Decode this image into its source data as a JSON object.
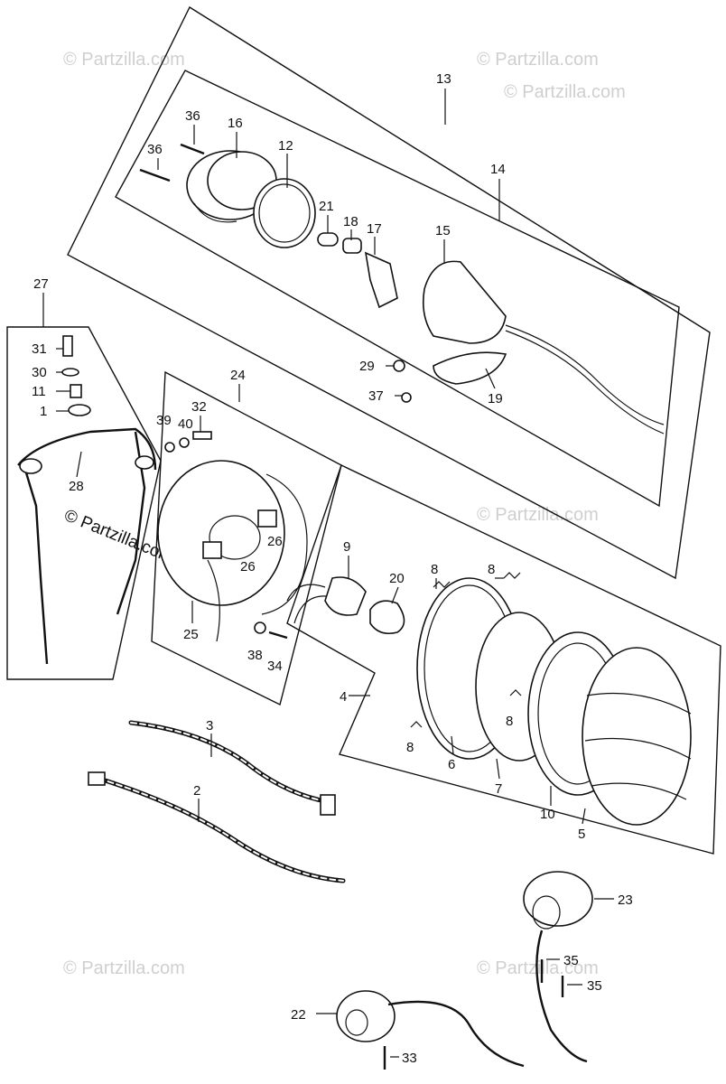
{
  "watermarks": [
    "© Partzilla.com",
    "© Partzilla.com",
    "© Partzilla.com",
    "© Partzilla.com",
    "© Partzilla.com",
    "© Partzilla.com",
    "© Partzilla.com"
  ],
  "labels": {
    "p1": "1",
    "p2": "2",
    "p3": "3",
    "p4": "4",
    "p5": "5",
    "p6": "6",
    "p7": "7",
    "p8a": "8",
    "p8b": "8",
    "p8c": "8",
    "p8d": "8",
    "p9": "9",
    "p10": "10",
    "p11": "11",
    "p12": "12",
    "p13": "13",
    "p14": "14",
    "p15": "15",
    "p16": "16",
    "p17": "17",
    "p18": "18",
    "p19": "19",
    "p20": "20",
    "p21": "21",
    "p22": "22",
    "p23": "23",
    "p24": "24",
    "p25": "25",
    "p26a": "26",
    "p26b": "26",
    "p27": "27",
    "p28": "28",
    "p29": "29",
    "p30": "30",
    "p31": "31",
    "p32": "32",
    "p33": "33",
    "p34": "34",
    "p35a": "35",
    "p35b": "35",
    "p36a": "36",
    "p36b": "36",
    "p37": "37",
    "p38": "38",
    "p39": "39",
    "p40": "40"
  }
}
